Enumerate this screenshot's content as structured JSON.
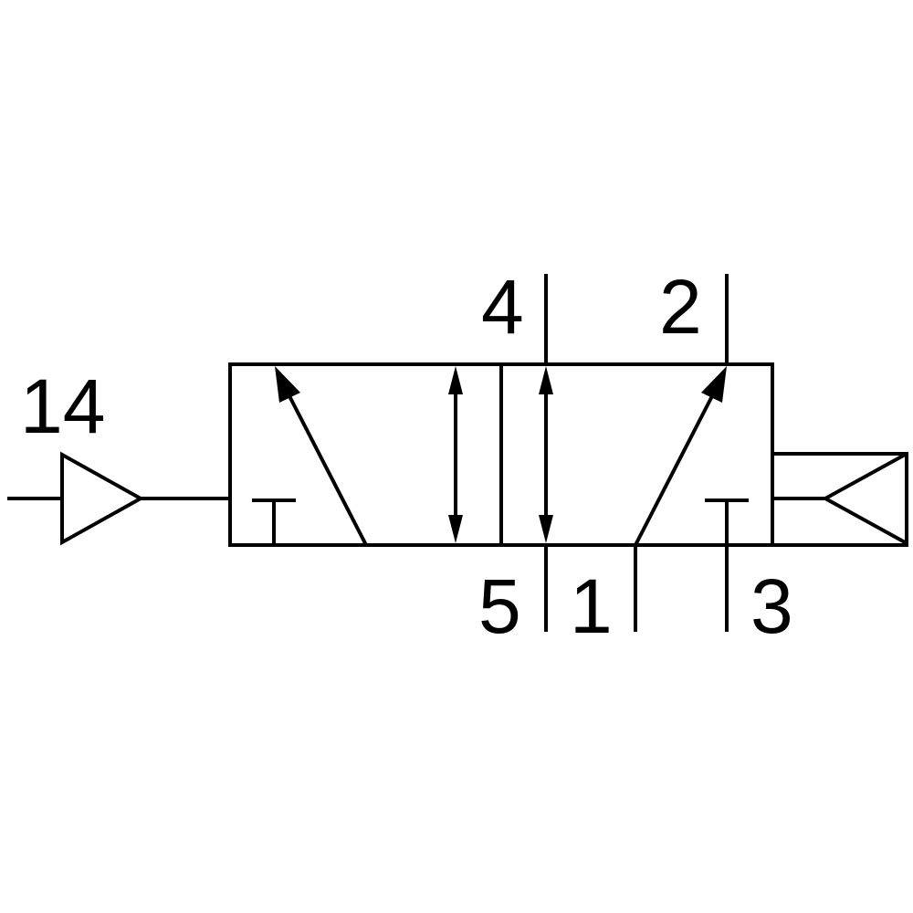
{
  "labels": {
    "pilot": "14",
    "port_4": "4",
    "port_2": "2",
    "port_5": "5",
    "port_1": "1",
    "port_3": "3"
  },
  "colors": {
    "line": "#000000",
    "background": "#ffffff"
  }
}
